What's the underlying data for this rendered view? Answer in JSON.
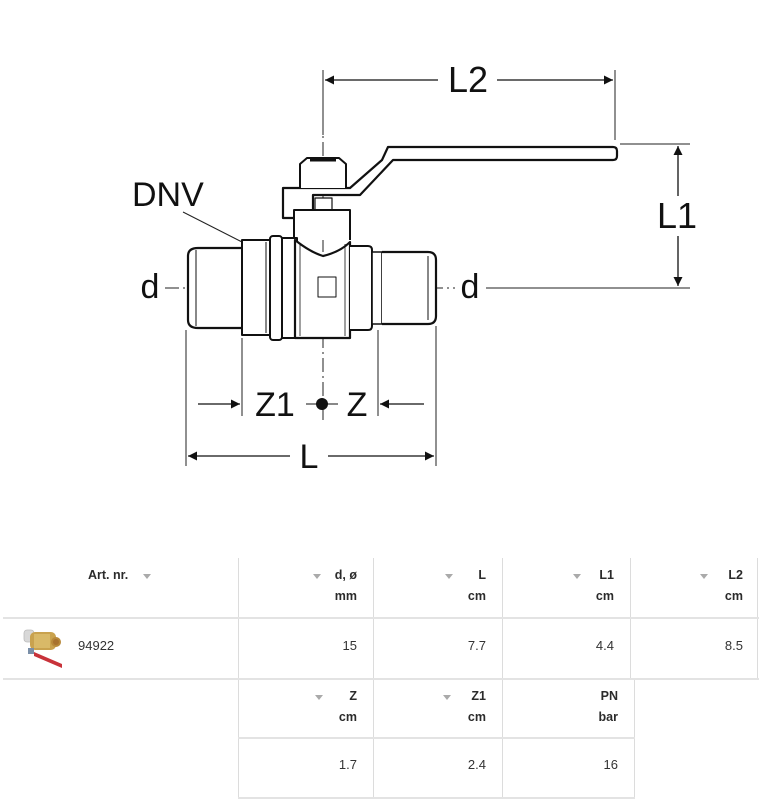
{
  "drawing": {
    "labels": {
      "L2": "L2",
      "L1": "L1",
      "DNV": "DNV",
      "d_left": "d",
      "d_right": "d",
      "Z1": "Z1",
      "Z": "Z",
      "L": "L"
    }
  },
  "table1": {
    "columns": [
      {
        "key": "art",
        "label": "Art. nr.",
        "unit": "",
        "sortable": true
      },
      {
        "key": "d",
        "label": "d, ø",
        "unit": "mm",
        "sortable": true
      },
      {
        "key": "L",
        "label": "L",
        "unit": "cm",
        "sortable": true
      },
      {
        "key": "L1",
        "label": "L1",
        "unit": "cm",
        "sortable": true
      },
      {
        "key": "L2",
        "label": "L2",
        "unit": "cm",
        "sortable": true
      }
    ],
    "rows": [
      {
        "thumbnail": "ball-valve-product-image",
        "art": "94922",
        "d": "15",
        "L": "7.7",
        "L1": "4.4",
        "L2": "8.5"
      }
    ]
  },
  "table2": {
    "columns": [
      {
        "key": "Z",
        "label": "Z",
        "unit": "cm",
        "sortable": true
      },
      {
        "key": "Z1",
        "label": "Z1",
        "unit": "cm",
        "sortable": true
      },
      {
        "key": "PN",
        "label": "PN",
        "unit": "bar",
        "sortable": false
      }
    ],
    "rows": [
      {
        "Z": "1.7",
        "Z1": "2.4",
        "PN": "16"
      }
    ]
  }
}
